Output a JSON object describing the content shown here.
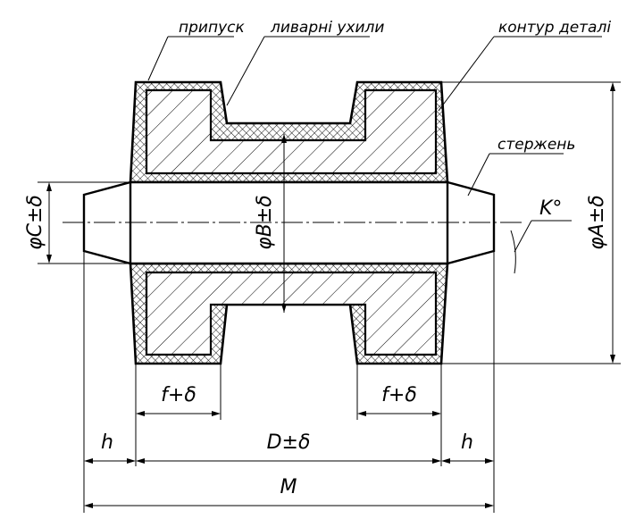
{
  "callouts": {
    "allowance": "припуск",
    "draft": "ливарні ухили",
    "part_contour": "контур деталі",
    "core": "стержень"
  },
  "dimensions": {
    "dia_c": "φC±δ",
    "dia_b": "φB±δ",
    "dia_a": "φA±δ",
    "angle_k": "K°",
    "f_left": "f+δ",
    "f_right": "f+δ",
    "h_left": "h",
    "d": "D±δ",
    "h_right": "h",
    "m": "M"
  }
}
